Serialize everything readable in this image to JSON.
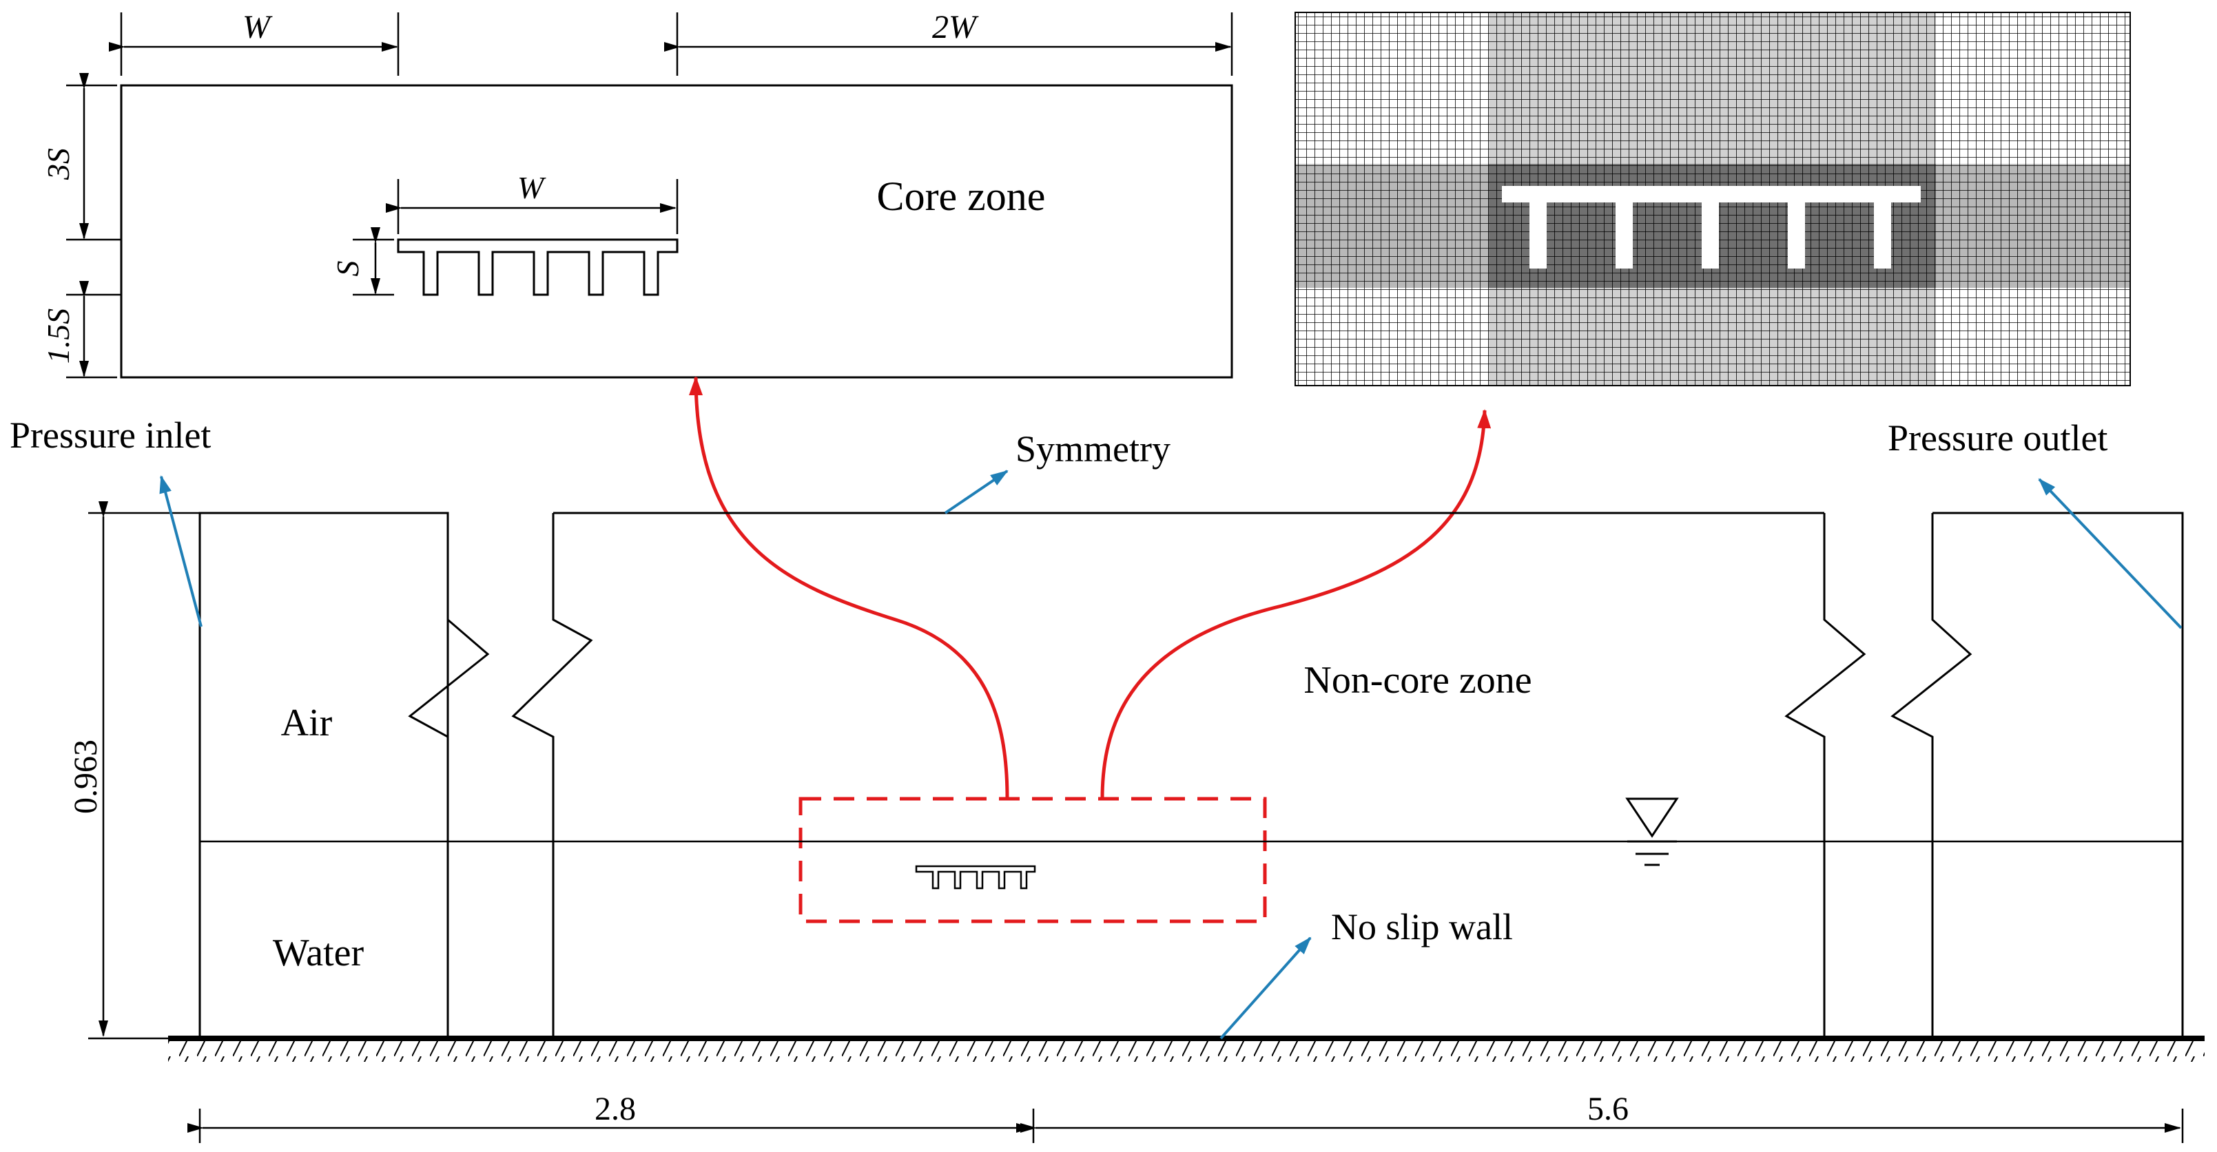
{
  "colors": {
    "line": "#000000",
    "pointer": "#1f7fb6",
    "highlight": "#e31a1c",
    "mesh": "#000000",
    "mesh_bg": "#ffffff"
  },
  "core_detail": {
    "dim_width_left": "W",
    "dim_width_right": "2W",
    "dim_height_top": "3S",
    "dim_height_bottom": "1.5S",
    "dim_deck_width": "W",
    "dim_deck_depth": "S",
    "zone_label": "Core zone"
  },
  "domain": {
    "inlet_label": "Pressure inlet",
    "top_label": "Symmetry",
    "outlet_label": "Pressure outlet",
    "air_label": "Air",
    "water_label": "Water",
    "noncore_label": "Non-core zone",
    "wall_label": "No slip wall",
    "height_dim": "0.963",
    "length_upstream": "2.8",
    "length_downstream": "5.6"
  },
  "icons": {
    "water_level": "water-level-triangle-icon",
    "ground": "ground-hatch-icon"
  }
}
